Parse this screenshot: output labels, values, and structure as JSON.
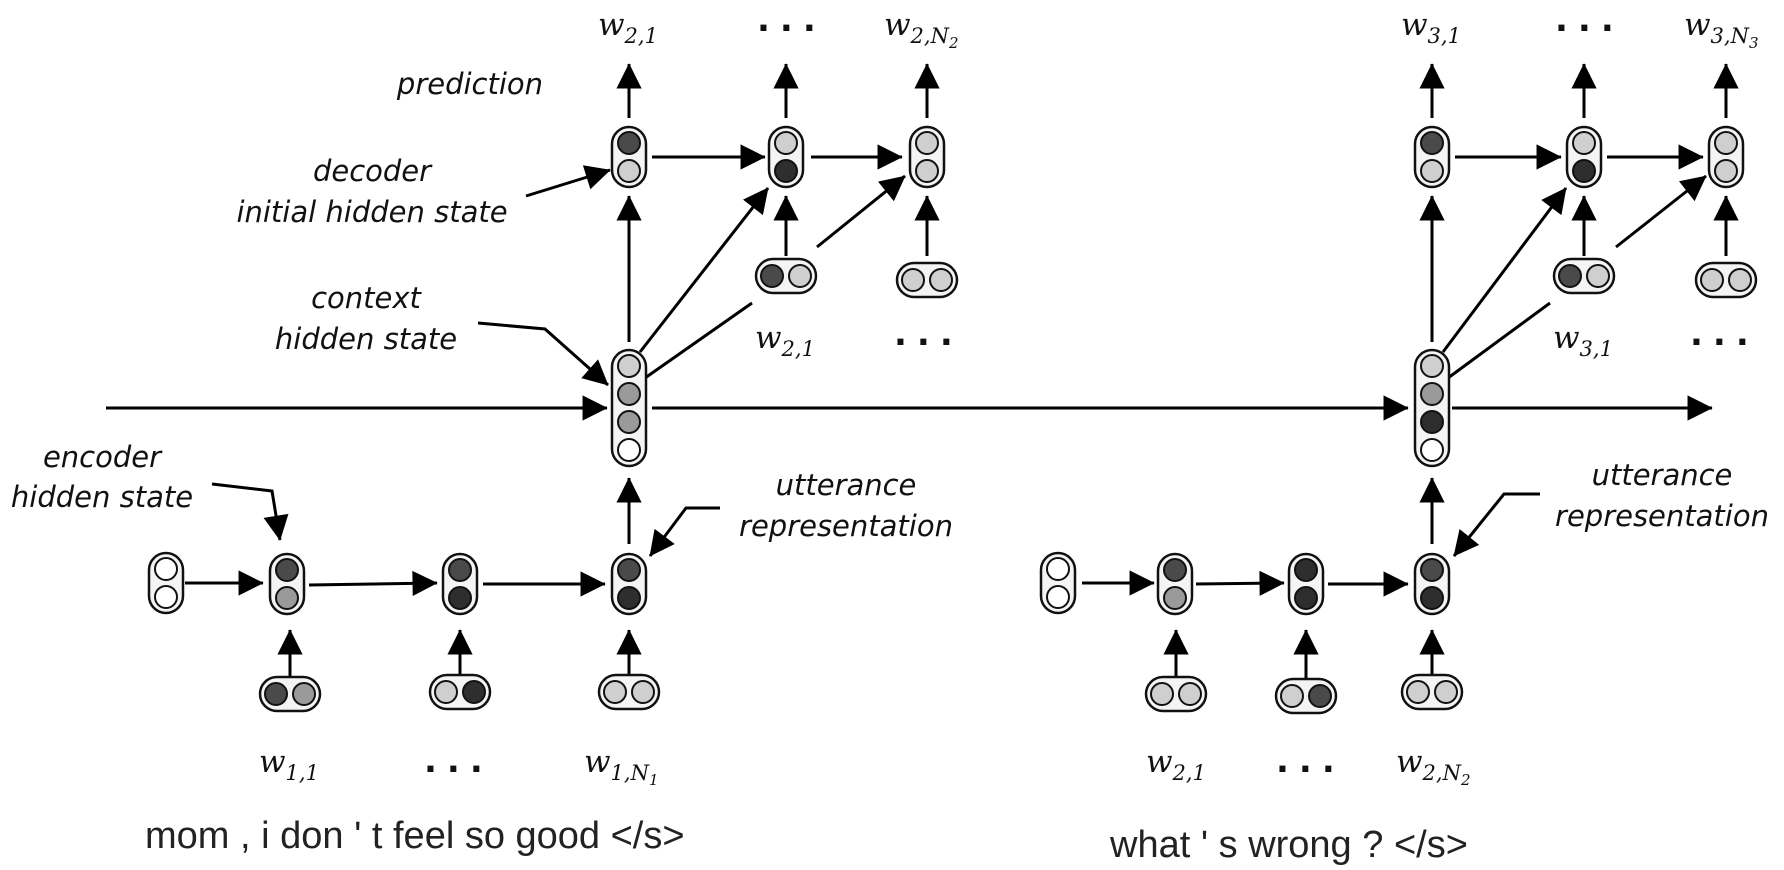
{
  "annotations": {
    "prediction": "prediction",
    "decoder_line1": "decoder",
    "decoder_line2": "initial hidden state",
    "context_line1": "context",
    "context_line2": "hidden state",
    "encoder_line1": "encoder",
    "encoder_line2": "hidden state",
    "utterance_line1": "utterance",
    "utterance_line2": "representation"
  },
  "ellipsis": "...",
  "math_labels": {
    "w": "w",
    "w21": "2,1",
    "w31": "3,1",
    "w11": "1,1",
    "w2N2_sub": "2,N",
    "w2N2_subsub": "2",
    "w3N3_sub": "3,N",
    "w3N3_subsub": "3",
    "w1N1_sub": "1,N",
    "w1N1_subsub": "1"
  },
  "sentences": {
    "first": "mom , i don ' t feel so good </s>",
    "second": "what ' s wrong ? </s>"
  },
  "colors": {
    "dark": "#4a4a4a",
    "darker": "#2e2e2e",
    "medium": "#9a9a9a",
    "light": "#cfcfcf",
    "white": "#ffffff",
    "pill_fill": "#f4f4f4",
    "stroke": "#111111"
  }
}
